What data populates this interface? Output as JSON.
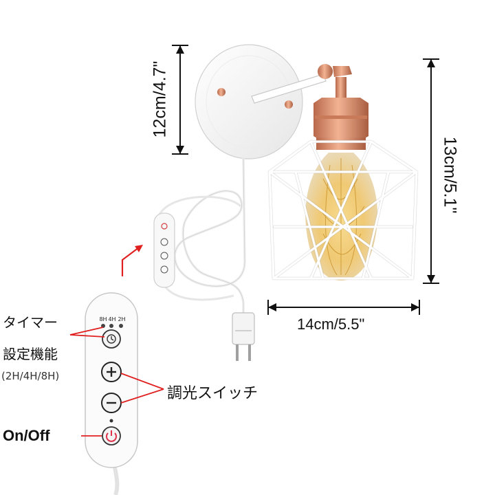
{
  "dimensions": {
    "mount_height": "12cm/4.7\"",
    "shade_height": "13cm/5.1\"",
    "shade_width": "14cm/5.5\""
  },
  "controller": {
    "timer_options": [
      "8H",
      "4H",
      "2H"
    ]
  },
  "callouts": {
    "timer_title": "タイマー",
    "timer_subtitle": "設定機能",
    "timer_options": "(2H/4H/8H)",
    "dimmer": "調光スイッチ",
    "power": "On/Off"
  },
  "colors": {
    "lamp_body": "#ffffff",
    "rose_gold": "#d9906f",
    "annotation_red": "#e02020",
    "power_icon": "#e0304a"
  }
}
